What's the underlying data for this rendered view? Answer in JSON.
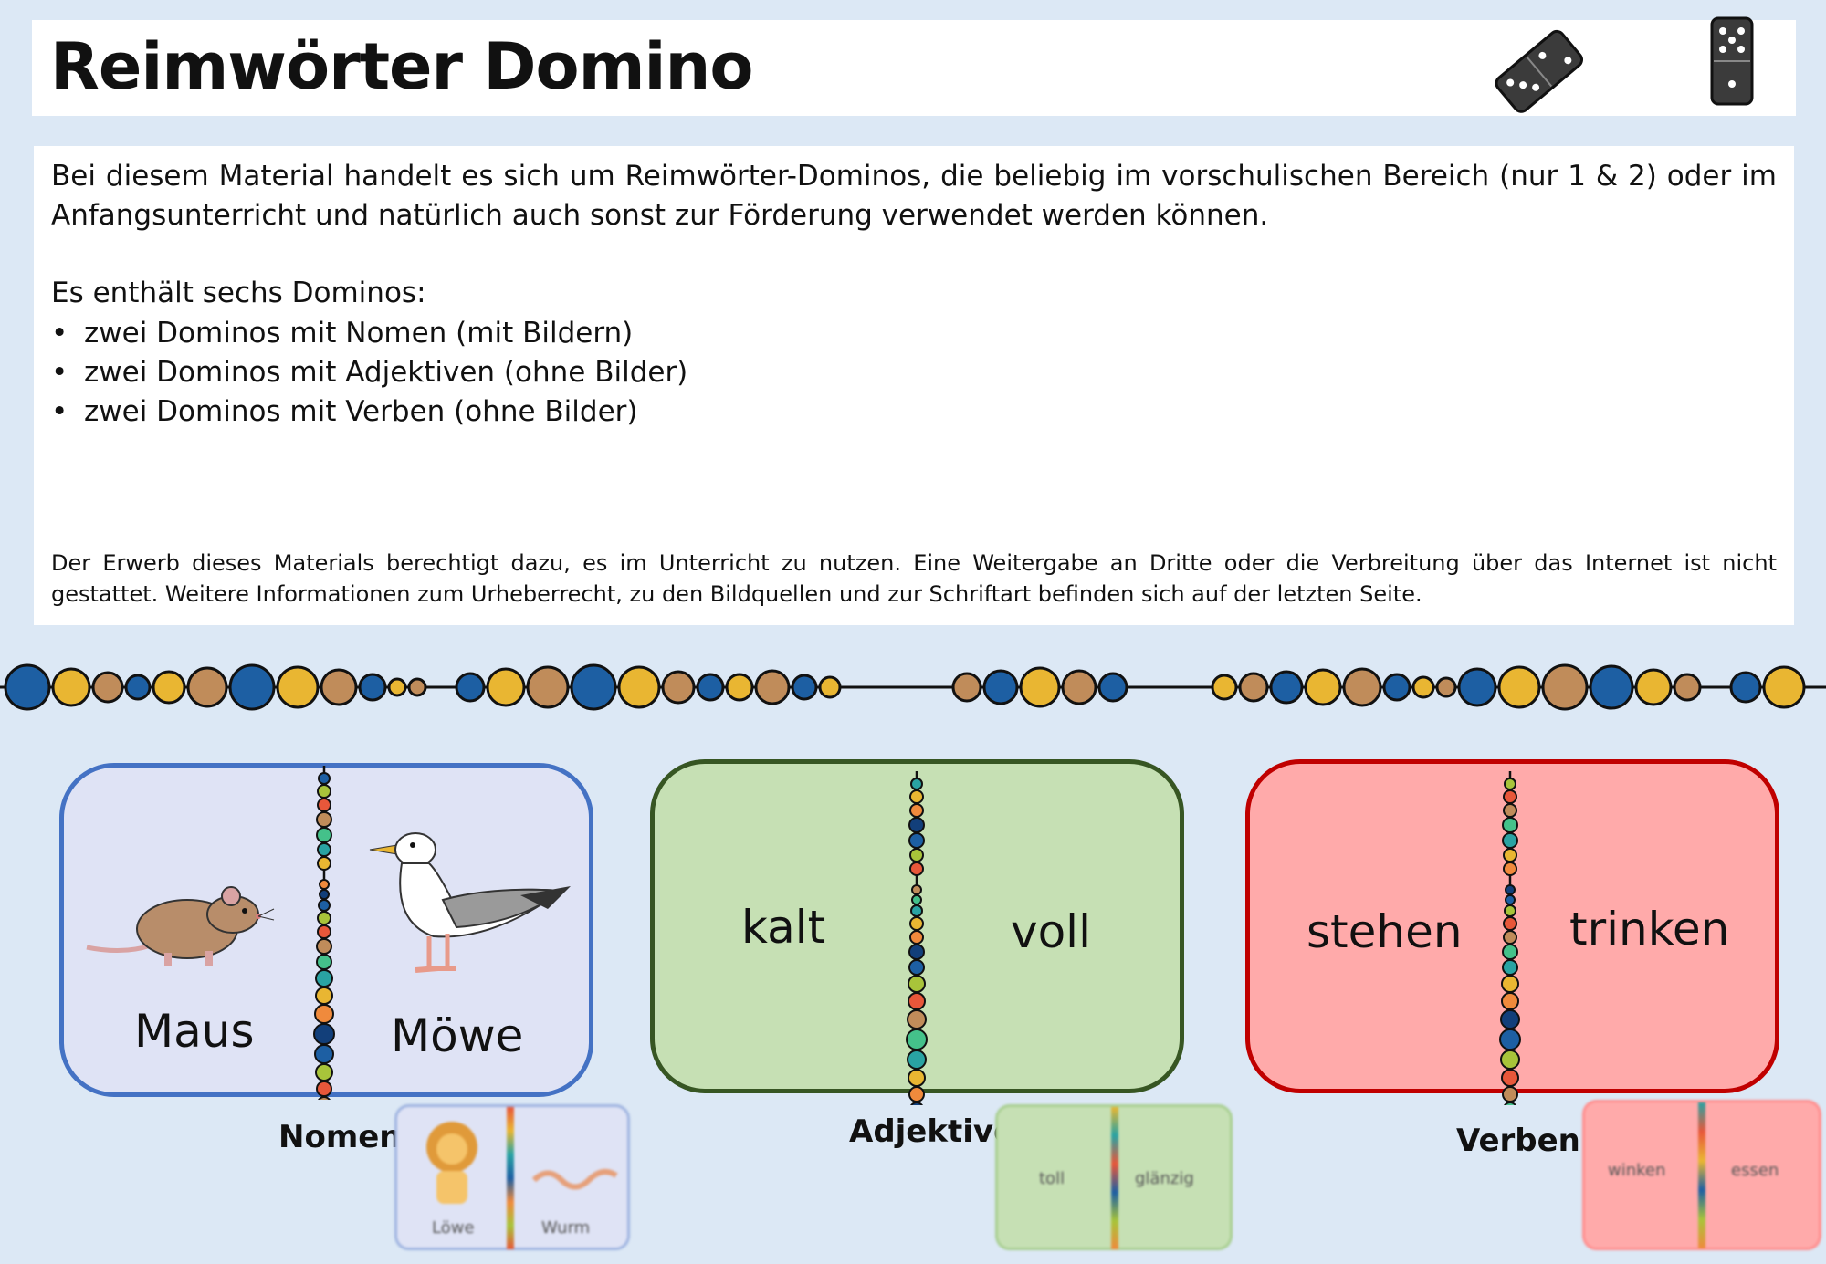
{
  "header": {
    "title": "Reimwörter Domino"
  },
  "description": {
    "paragraph1": "Bei diesem Material handelt es sich um Reimwörter-Dominos, die beliebig im vorschulischen Bereich (nur 1 & 2) oder im Anfangsunterricht und natürlich auch sonst zur Förderung verwendet werden können.",
    "paragraph2": "Es enthält sechs Dominos:",
    "bullets": [
      "zwei Dominos mit Nomen (mit Bildern)",
      "zwei Dominos mit Adjektiven (ohne Bilder)",
      "zwei Dominos mit Verben (ohne Bilder)"
    ],
    "legal": "Der Erwerb dieses Materials berechtigt dazu, es im Unterricht zu nutzen. Eine Weitergabe an Dritte oder die Verbreitung über das Internet ist nicht gestattet. Weitere Informationen zum Urheberrecht, zu den Bildquellen und zur Schriftart befinden sich auf der letzten Seite."
  },
  "cards": [
    {
      "left_word": "Maus",
      "right_word": "Möwe",
      "fill": "#dfe3f5",
      "border": "#4472c4"
    },
    {
      "left_word": "kalt",
      "right_word": "voll",
      "fill": "#c6e0b4",
      "border": "#375623"
    },
    {
      "left_word": "stehen",
      "right_word": "trinken",
      "fill": "#ffaaaa",
      "border": "#c00000"
    }
  ],
  "thumbnails": [
    {
      "category": "Nomen",
      "left_word": "Löwe",
      "right_word": "Wurm",
      "fill": "#dfe3f5",
      "border": "#9fb4e0"
    },
    {
      "category": "Adjektive",
      "left_word": "toll",
      "right_word": "glänzig",
      "fill": "#c6e0b4",
      "border": "#a9cf92"
    },
    {
      "category": "Verben",
      "left_word": "winken",
      "right_word": "essen",
      "fill": "#ffaaaa",
      "border": "#ff8f8f"
    }
  ],
  "icons": [
    "domino-tilted-icon",
    "domino-upright-icon",
    "mouse-illustration",
    "seagull-illustration",
    "lion-illustration",
    "worm-illustration"
  ],
  "bead_colors": [
    "#1d5fa3",
    "#29a3a3",
    "#a8c43a",
    "#e9b632",
    "#e8573a",
    "#f08a3c",
    "#c08c5a",
    "#123f7a",
    "#44c18a"
  ]
}
